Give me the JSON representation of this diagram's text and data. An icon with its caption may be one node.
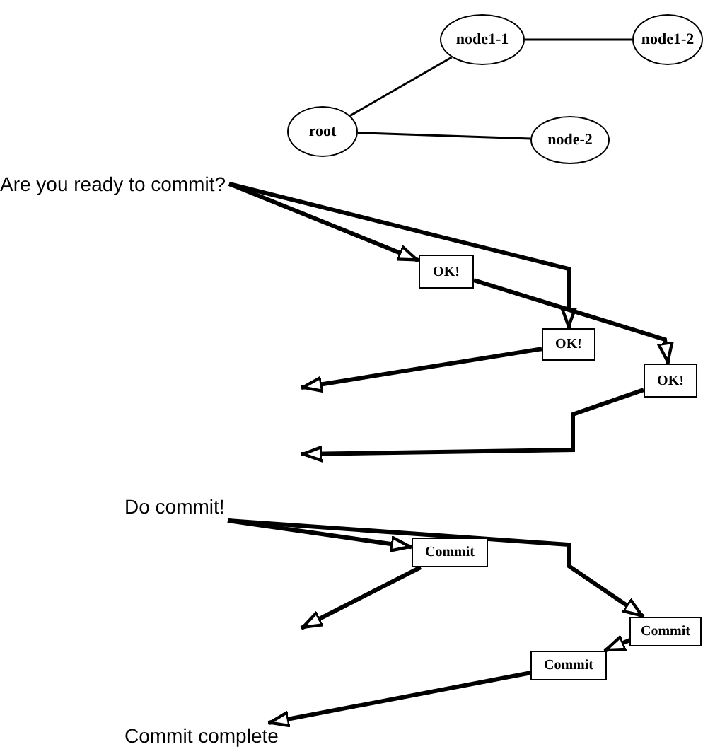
{
  "diagram": {
    "nodes": [
      {
        "text": [
          "root"
        ]
      },
      {
        "text": [
          "node1-1"
        ]
      },
      {
        "text": [
          "node1-2"
        ]
      },
      {
        "text": [
          "node-2"
        ]
      },
      {
        "text": [
          "Are you ready to commit?"
        ]
      },
      {
        "text": [
          "OK!"
        ]
      },
      {
        "text": [
          "OK!"
        ]
      },
      {
        "text": [
          "OK!"
        ]
      },
      {
        "text": [
          "Do commit!"
        ]
      },
      {
        "text": [
          "Commit"
        ]
      },
      {
        "text": [
          "Commit"
        ]
      },
      {
        "text": [
          "Commit"
        ]
      },
      {
        "text": [
          "Commit complete"
        ]
      }
    ],
    "edges": [
      {
        "from": 0,
        "to": 1,
        "arrow": "none"
      },
      {
        "from": 1,
        "to": 2,
        "arrow": "none"
      },
      {
        "from": 0,
        "to": 3,
        "arrow": "none"
      },
      {
        "from": 4,
        "to": 5,
        "arrow": "to"
      },
      {
        "from": 4,
        "to": 6,
        "arrow": "to"
      },
      {
        "from": 5,
        "to": 7,
        "arrow": "to"
      },
      {
        "from": 6,
        "to": null,
        "arrow": "to"
      },
      {
        "from": 7,
        "to": null,
        "arrow": "to"
      },
      {
        "from": 8,
        "to": 9,
        "arrow": "to"
      },
      {
        "from": 8,
        "to": 10,
        "arrow": "to"
      },
      {
        "from": 9,
        "to": null,
        "arrow": "to"
      },
      {
        "from": 10,
        "to": 11,
        "arrow": "to"
      },
      {
        "from": 11,
        "to": 12,
        "arrow": "to"
      }
    ]
  }
}
